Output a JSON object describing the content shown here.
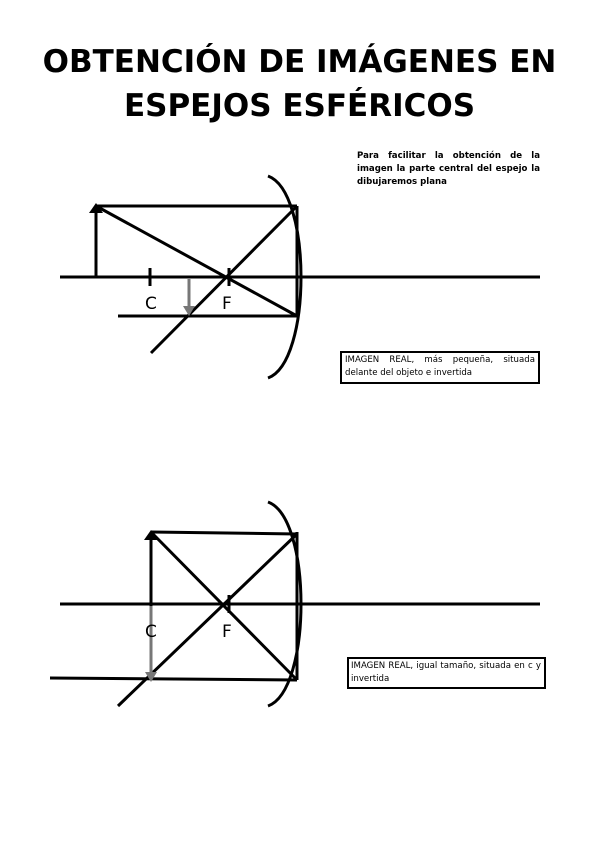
{
  "title": "OBTENCIÓN DE IMÁGENES EN ESPEJOS ESFÉRICOS",
  "note": "Para facilitar la obtención de la imagen la parte central del espejo la dibujaremos plana",
  "diagram1": {
    "center_label": "C",
    "focus_label": "F",
    "result": "IMAGEN REAL, más pequeña, situada delante del objeto e invertida"
  },
  "diagram2": {
    "center_label": "C",
    "focus_label": "F",
    "result": "IMAGEN REAL, igual tamaño, situada en c y invertida"
  },
  "colors": {
    "lines": "#000000",
    "image_arrow": "#777777"
  }
}
